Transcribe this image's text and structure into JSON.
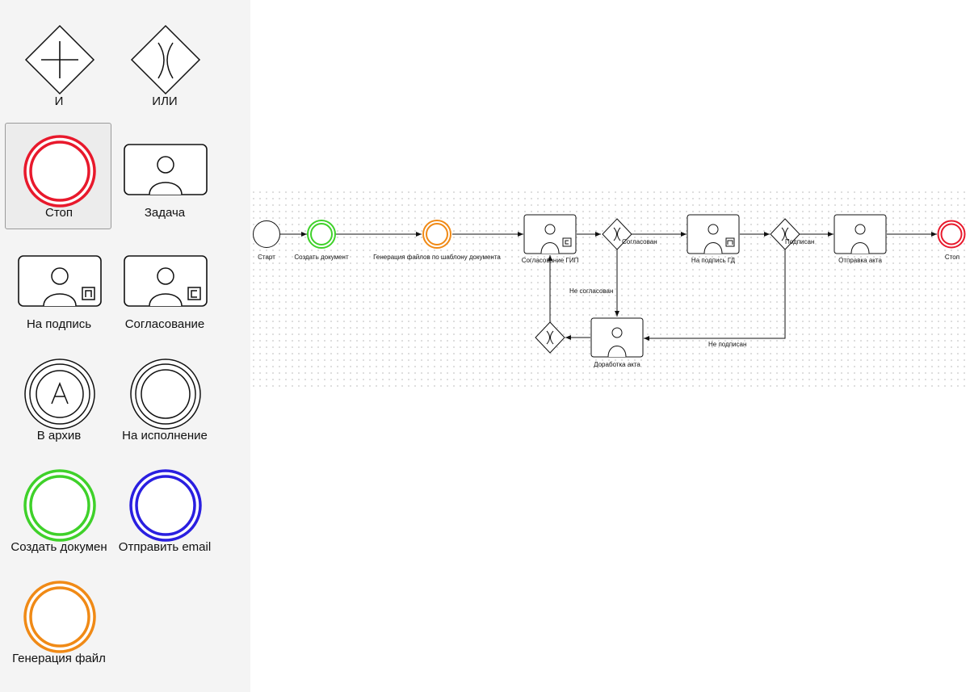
{
  "palette": {
    "items": [
      {
        "label": "И",
        "icon": "parallel-gateway-icon"
      },
      {
        "label": "ИЛИ",
        "icon": "exclusive-gateway-icon"
      },
      {
        "label": "Стоп",
        "icon": "stop-event-icon",
        "color": "#e8192c",
        "selected": true
      },
      {
        "label": "Задача",
        "icon": "user-task-icon"
      },
      {
        "label": "На подпись",
        "icon": "sign-task-icon"
      },
      {
        "label": "Согласование",
        "icon": "approval-task-icon"
      },
      {
        "label": "В архив",
        "icon": "archive-event-icon"
      },
      {
        "label": "На исполнение",
        "icon": "execution-event-icon"
      },
      {
        "label": "Создать докумен",
        "icon": "create-document-event-icon",
        "color": "#3fd12a"
      },
      {
        "label": "Отправить email",
        "icon": "send-email-event-icon",
        "color": "#2a1fe0"
      },
      {
        "label": "Генерация файл",
        "icon": "generate-files-event-icon",
        "color": "#f08a16"
      }
    ]
  },
  "diagram": {
    "nodes": {
      "start": {
        "label": "Старт"
      },
      "create_doc": {
        "label": "Создать документ",
        "color": "#3fd12a"
      },
      "gen_files": {
        "label": "Генерация файлов по шаблону документа",
        "color": "#f08a16"
      },
      "approve_gip": {
        "label": "Согласование ГИП",
        "badge": "С"
      },
      "gw1": {
        "label": ""
      },
      "sign_gd": {
        "label": "На подпись ГД",
        "badge": "П"
      },
      "gw2": {
        "label": ""
      },
      "send_act": {
        "label": "Отправка акта"
      },
      "stop": {
        "label": "Стоп",
        "color": "#e8192c"
      },
      "rework": {
        "label": "Доработка акта"
      },
      "gw3": {
        "label": ""
      }
    },
    "flows": {
      "approved": "Согласован",
      "not_approved": "Не согласован",
      "signed": "Подписан",
      "not_signed": "Не подписан"
    }
  }
}
